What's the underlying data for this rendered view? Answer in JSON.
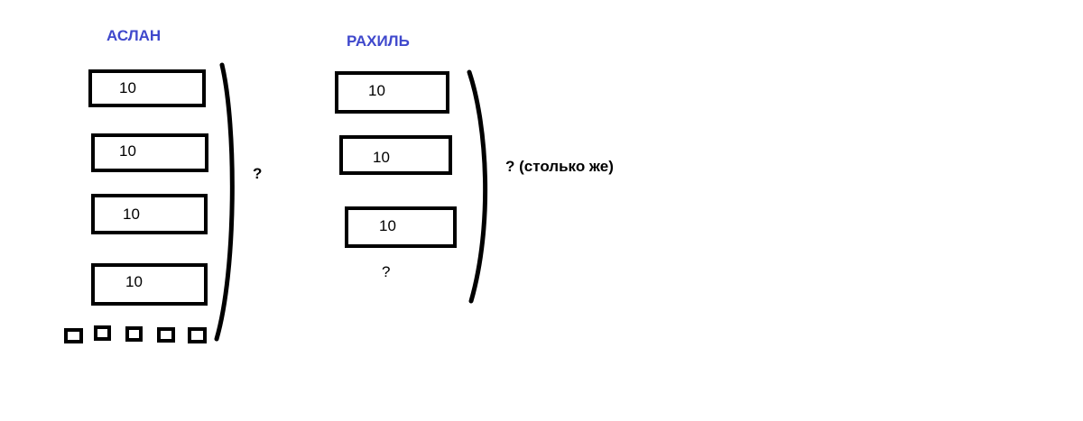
{
  "left_group": {
    "name": "АСЛАН",
    "boxes": [
      "10",
      "10",
      "10",
      "10"
    ],
    "question": "?"
  },
  "right_group": {
    "name": "РАХИЛЬ",
    "boxes": [
      "10",
      "10",
      "10"
    ],
    "question_below": "?",
    "question_total": "? (столько же)"
  },
  "colors": {
    "name_color": "#3f48cc",
    "line_color": "#000000"
  }
}
